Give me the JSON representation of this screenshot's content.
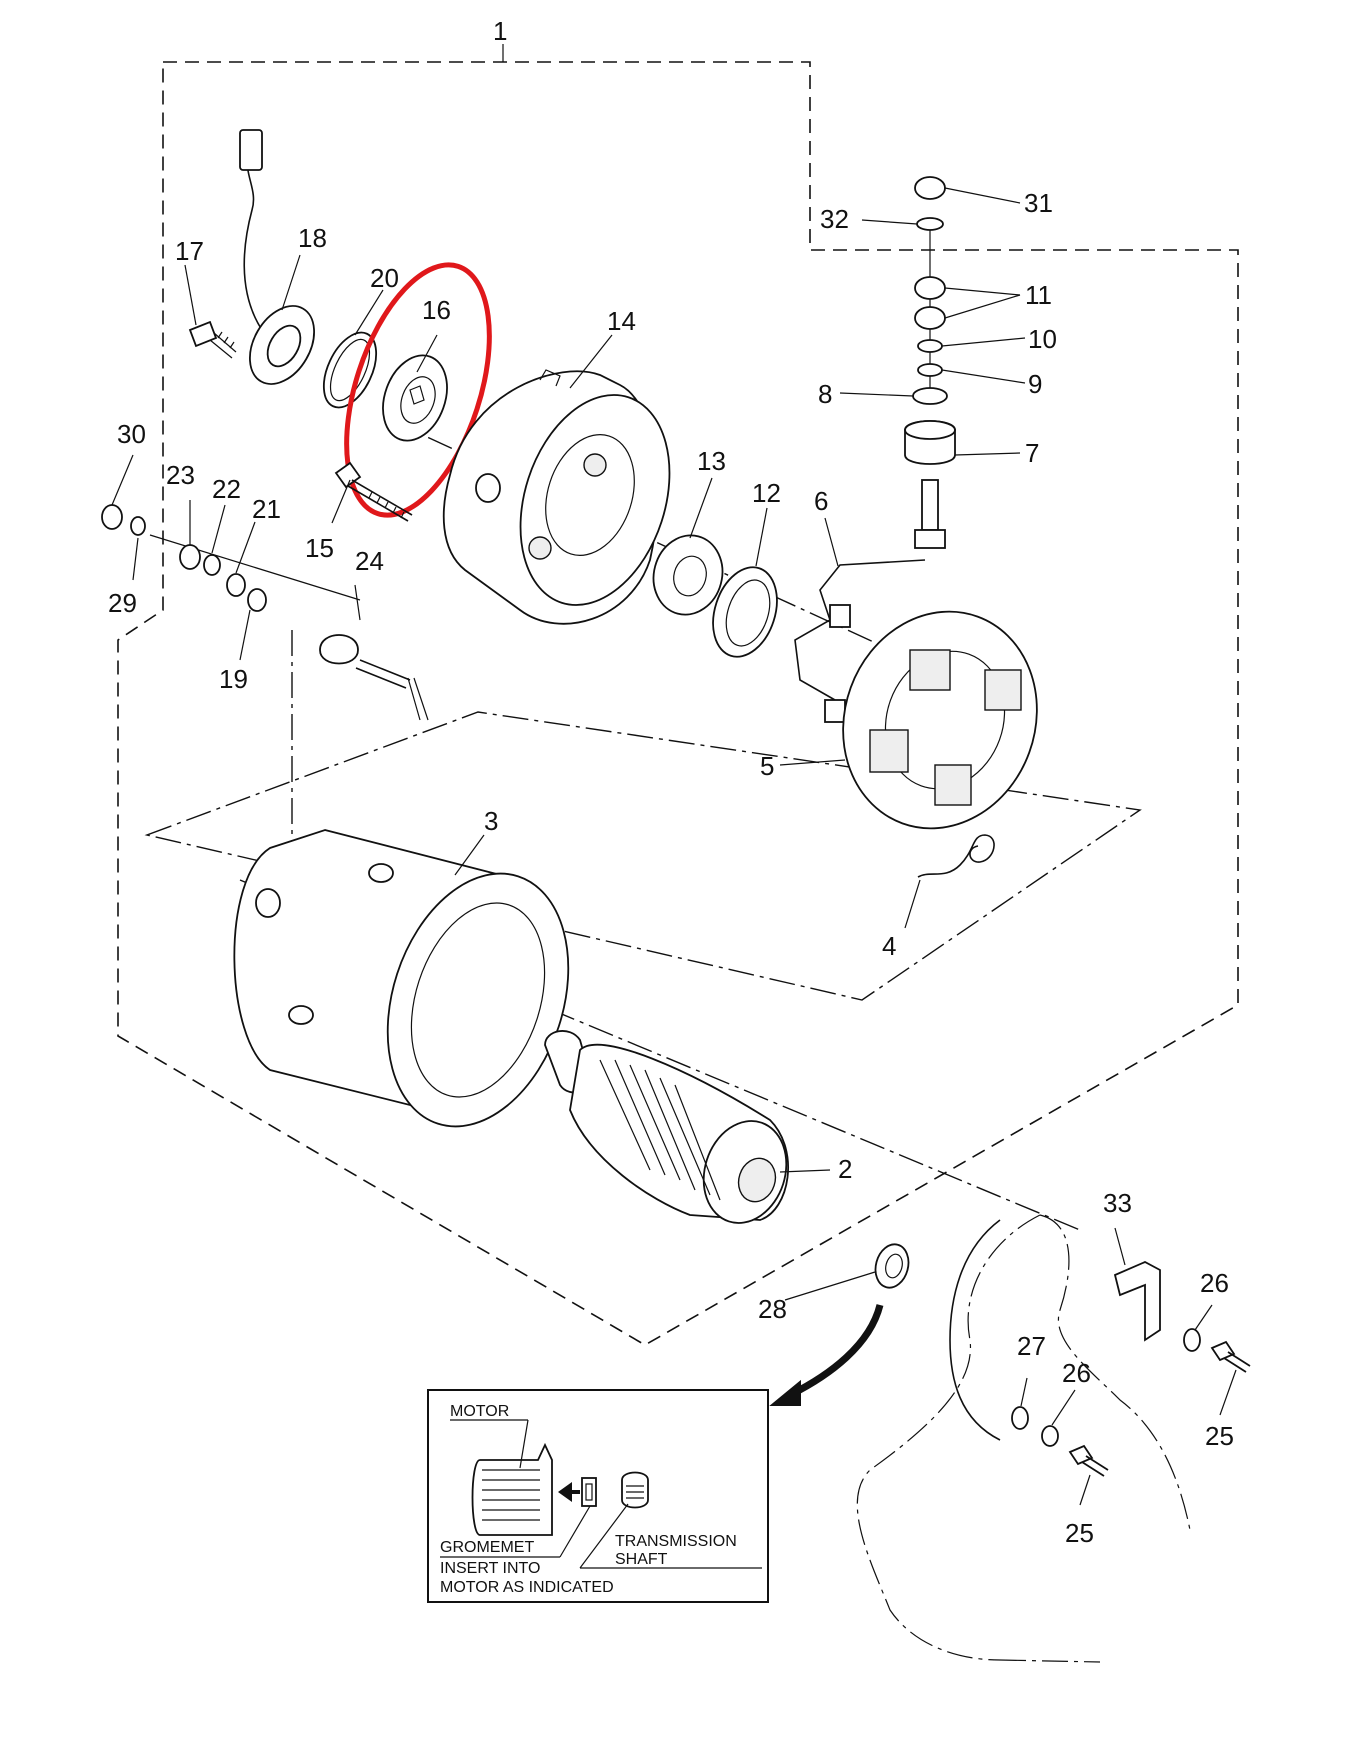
{
  "callouts": {
    "c1": "1",
    "c2": "2",
    "c3": "3",
    "c4": "4",
    "c5": "5",
    "c6": "6",
    "c7": "7",
    "c8": "8",
    "c9": "9",
    "c10": "10",
    "c11": "11",
    "c12": "12",
    "c13": "13",
    "c14": "14",
    "c15": "15",
    "c16": "16",
    "c17": "17",
    "c18": "18",
    "c19": "19",
    "c20": "20",
    "c21": "21",
    "c22": "22",
    "c23": "23",
    "c24": "24",
    "c25a": "25",
    "c25b": "25",
    "c26a": "26",
    "c26b": "26",
    "c27": "27",
    "c28": "28",
    "c29": "29",
    "c30": "30",
    "c31": "31",
    "c32": "32",
    "c33": "33"
  },
  "inset": {
    "motor_label": "MOTOR",
    "grommet_label": "GROMEMET",
    "insert_line1": "INSERT INTO",
    "insert_line2": "MOTOR AS INDICATED",
    "shaft_line1": "TRANSMISSION",
    "shaft_line2": "SHAFT"
  },
  "highlight": {
    "color": "#e0181b",
    "part": "16"
  }
}
